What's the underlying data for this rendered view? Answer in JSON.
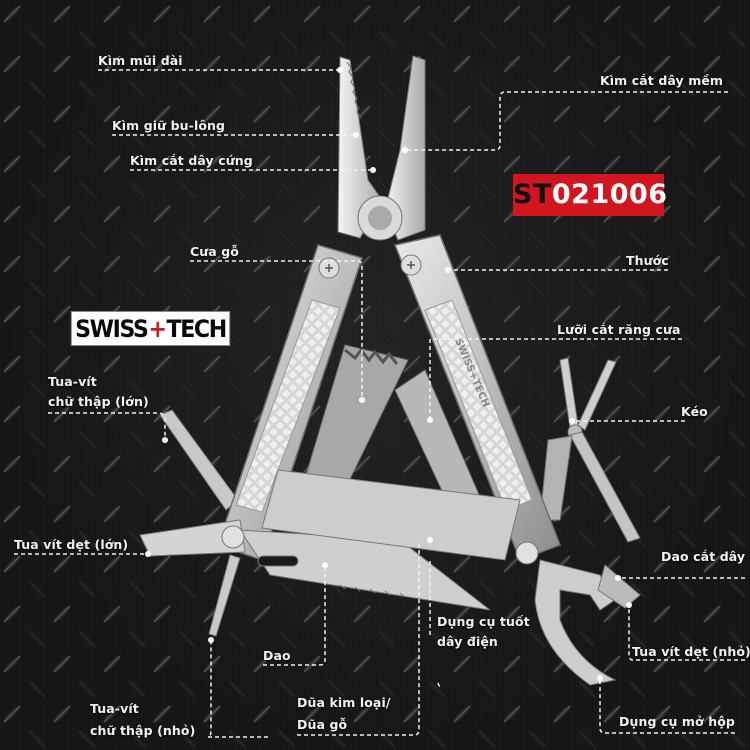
{
  "product": {
    "model_code_prefix": "ST",
    "model_code_number": "021006",
    "brand_left": "SWISS",
    "brand_plus": "+",
    "brand_right": "TECH",
    "colors": {
      "badge_red": "#d2161f",
      "background": "#151515",
      "label_text": "#f2f2f2",
      "steel": "#cfcfcf"
    }
  },
  "callouts": {
    "long_nose_pliers": "Kìm mũi dài",
    "bolt_grip_pliers": "Kìm giữ bu-lông",
    "hard_wire_cutter": "Kìm cắt dây cứng",
    "soft_wire_cutter": "Kìm cắt dây mềm",
    "wood_saw": "Cưa gỗ",
    "ruler": "Thước",
    "serrated_blade": "Lưỡi cắt răng cưa",
    "large_phillips_line1": "Tua-vít",
    "large_phillips_line2": "chữ thập (lớn)",
    "scissors": "Kéo",
    "large_flat_screwdriver": "Tua vít dẹt (lớn)",
    "wire_cutting_knife": "Dao cắt dây",
    "knife": "Dao",
    "wire_stripper_line1": "Dụng cụ tuốt",
    "wire_stripper_line2": "dây điện",
    "small_flat_screwdriver": "Tua vít dẹt (nhỏ)",
    "small_phillips_line1": "Tua-vít",
    "small_phillips_line2": "chữ thập (nhỏ)",
    "file_line1": "Dũa kim loại/",
    "file_line2": "Dũa gỗ",
    "box_opener": "Dụng cụ mở hộp"
  },
  "handle_engraving": "SWISS+TECH"
}
